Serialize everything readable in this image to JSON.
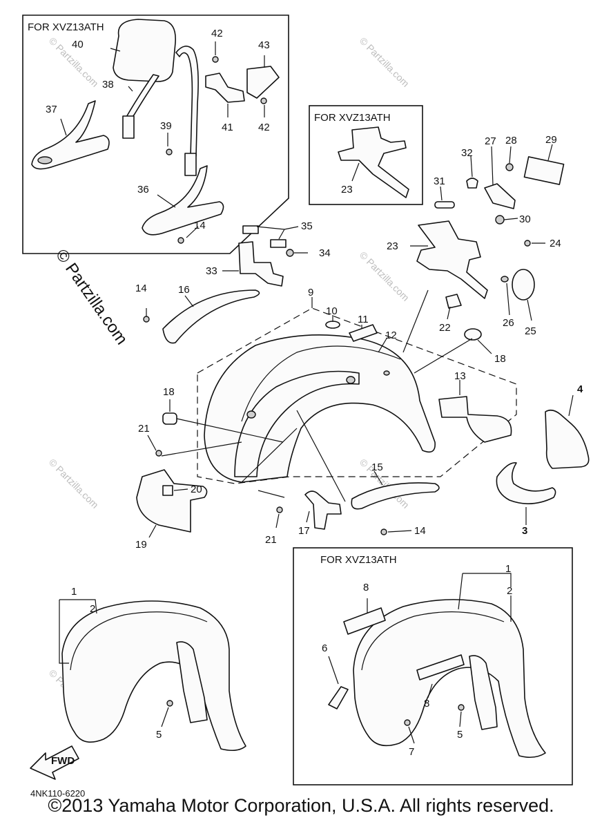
{
  "boxes": {
    "top_left": "FOR XVZ13ATH",
    "middle": "FOR XVZ13ATH",
    "bottom_right": "FOR XVZ13ATH"
  },
  "watermark": {
    "main": "© Partzilla.com",
    "faint": "© Partzilla.com"
  },
  "diagram_code": "4NK110-6220",
  "fwd_label": "FWD",
  "copyright": "©2013 Yamaha Motor Corporation, U.S.A. All rights reserved.",
  "callouts": {
    "c40": "40",
    "c42a": "42",
    "c43": "43",
    "c38": "38",
    "c37": "37",
    "c39": "39",
    "c41": "41",
    "c42b": "42",
    "c36": "36",
    "c14a": "14",
    "c23a": "23",
    "c32": "32",
    "c27": "27",
    "c28": "28",
    "c29": "29",
    "c31": "31",
    "c30": "30",
    "c35": "35",
    "c34": "34",
    "c33": "33",
    "c23b": "23",
    "c24": "24",
    "c14b": "14",
    "c16": "16",
    "c9": "9",
    "c10": "10",
    "c11": "11",
    "c12": "12",
    "c22": "22",
    "c18a": "18",
    "c26": "26",
    "c25": "25",
    "c18b": "18",
    "c13": "13",
    "c4": "4",
    "c21a": "21",
    "c15": "15",
    "c20": "20",
    "c19": "19",
    "c17": "17",
    "c21b": "21",
    "c14c": "14",
    "c3": "3",
    "c1a": "1",
    "c2a": "2",
    "c5a": "5",
    "c1b": "1",
    "c8a": "8",
    "c2b": "2",
    "c6": "6",
    "c8b": "8",
    "c7": "7",
    "c5b": "5"
  }
}
